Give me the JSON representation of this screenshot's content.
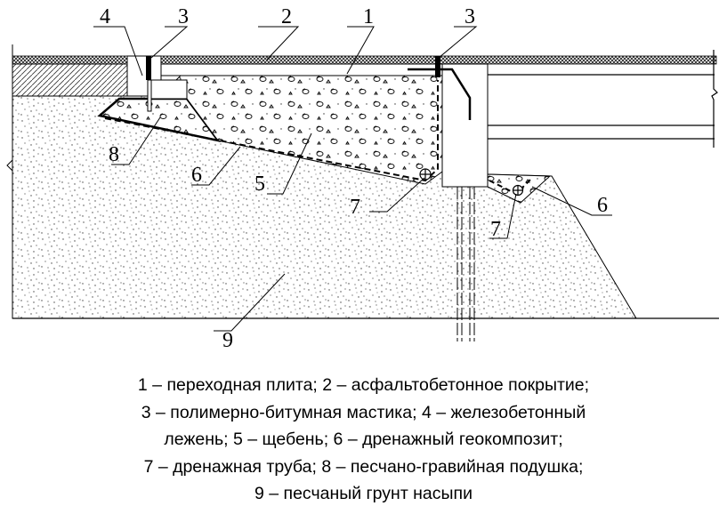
{
  "labels": {
    "l4": "4",
    "l3a": "3",
    "l2": "2",
    "l1": "1",
    "l3b": "3",
    "l8": "8",
    "l6a": "6",
    "l5": "5",
    "l7a": "7",
    "l7b": "7",
    "l6b": "6",
    "l9": "9"
  },
  "caption": [
    "1 – переходная плита; 2 – асфальтобетонное покрытие;",
    "3 – полимерно-битумная мастика; 4 – железобетонный",
    "лежень; 5 – щебень; 6 –  дренажный геокомпозит;",
    "7 – дренажная труба; 8 – песчано-гравийная подушка;",
    "9 –  песчаный грунт насыпи"
  ]
}
